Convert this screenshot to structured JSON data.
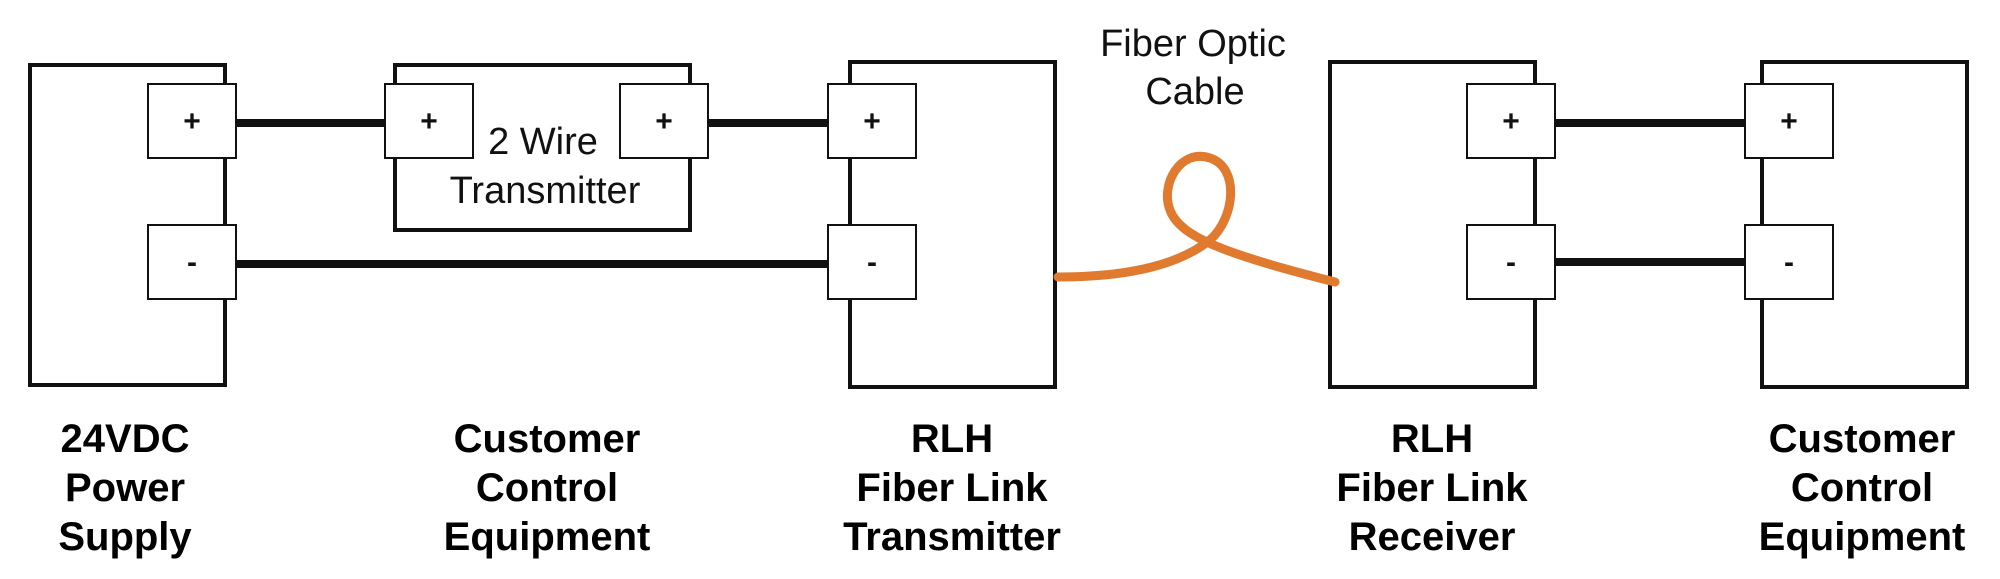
{
  "colors": {
    "line": "#111111",
    "fiber": "#e07a2e",
    "background": "#ffffff"
  },
  "terminals": {
    "plus": "+",
    "minus": "-"
  },
  "transmitter_box": {
    "line1": "2 Wire",
    "line2": "Transmitter"
  },
  "fiber_cable": {
    "line1": "Fiber Optic",
    "line2": "Cable"
  },
  "labels": {
    "power_supply": [
      "24VDC",
      "Power",
      "Supply"
    ],
    "customer_left": [
      "Customer",
      "Control",
      "Equipment"
    ],
    "rlh_transmitter": [
      "RLH",
      "Fiber Link",
      "Transmitter"
    ],
    "rlh_receiver": [
      "RLH",
      "Fiber Link",
      "Receiver"
    ],
    "customer_right": [
      "Customer",
      "Control",
      "Equipment"
    ]
  }
}
